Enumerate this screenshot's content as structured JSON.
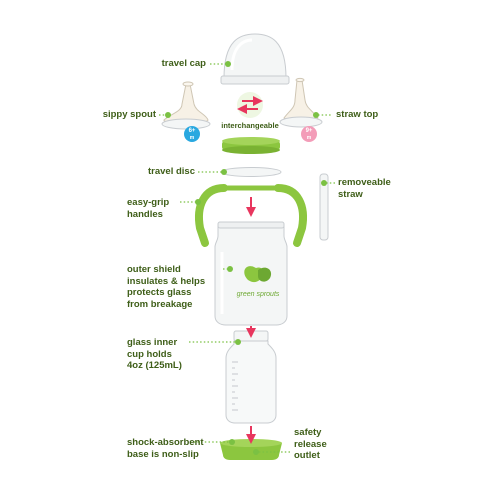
{
  "labels": {
    "travel_cap": "travel cap",
    "sippy_spout": "sippy spout",
    "straw_top": "straw top",
    "interchangeable": "interchangeable",
    "travel_disc": "travel disc",
    "removeable_straw": "removeable\nstraw",
    "easy_grip_handles": "easy-grip\nhandles",
    "outer_shield": "outer shield\ninsulates & helps\nprotects glass\nfrom breakage",
    "glass_inner_cup": "glass inner\ncup holds\n4oz (125mL)",
    "shock_absorbent_base": "shock-absorbent\nbase is non-slip",
    "safety_release_outlet": "safety\nrelease\noutlet"
  },
  "badges": {
    "sippy_age_top": "6+",
    "sippy_age_bottom": "m",
    "straw_age_top": "9+",
    "straw_age_bottom": "m"
  },
  "logo_text": "green sprouts",
  "colors": {
    "leader_green": "#7bc143",
    "label_text": "#3e5e18",
    "base_green": "#8cc63f",
    "arrow_pink": "#e8365e",
    "badge_blue": "#29a8e0",
    "badge_pink": "#f39cb8",
    "clear_plastic": "#f4f6f6",
    "outline_gray": "#c8ccd0"
  }
}
